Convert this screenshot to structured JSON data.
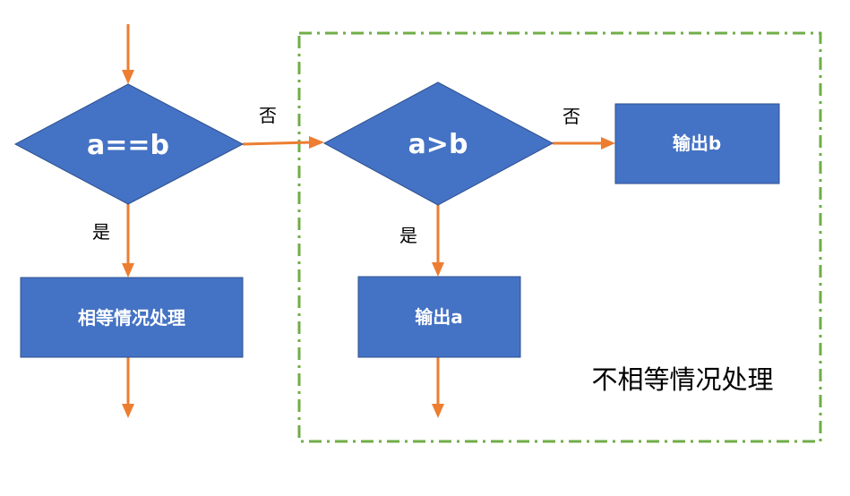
{
  "diagram": {
    "decision1": {
      "label": "a==b",
      "yes_label": "是",
      "no_label": "否"
    },
    "process_equal": {
      "label": "相等情况处理"
    },
    "group": {
      "label": "不相等情况处理"
    },
    "decision2": {
      "label": "a>b",
      "yes_label": "是",
      "no_label": "否"
    },
    "output_a": {
      "label": "输出a"
    },
    "output_b": {
      "label": "输出b"
    },
    "colors": {
      "shape_fill": "#4472C4",
      "shape_border": "#2F528F",
      "arrow": "#ED7D31",
      "group_border": "#70AD47"
    }
  }
}
